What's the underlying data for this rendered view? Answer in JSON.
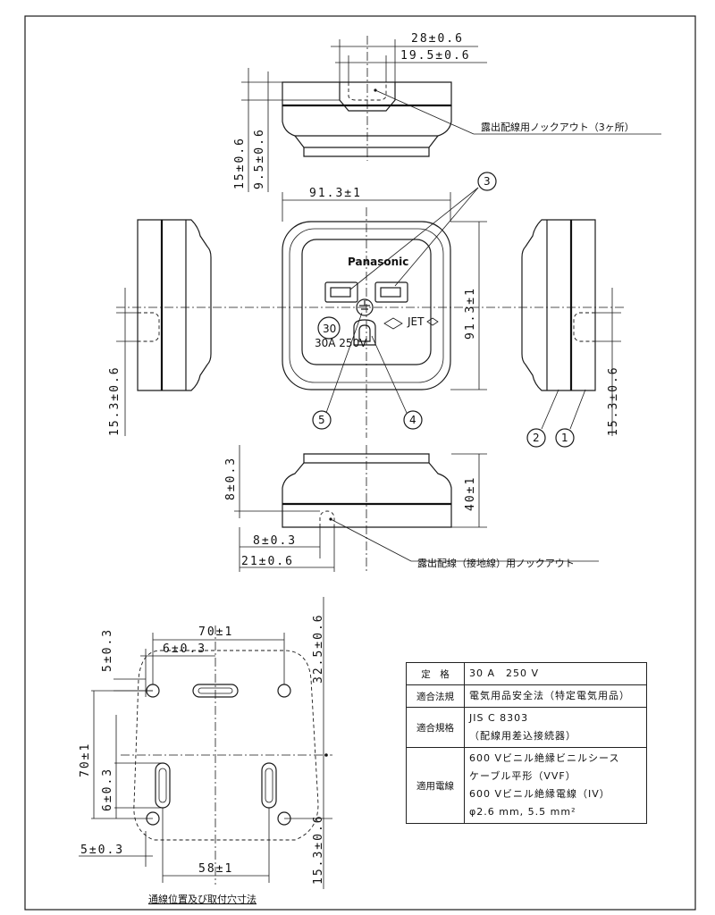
{
  "top_view": {
    "dim_width_outer": "28±0.6",
    "dim_width_inner": "19.5±0.6",
    "dim_height_outer": "15±0.6",
    "dim_height_inner": "9.5±0.6",
    "knockout_note": "露出配線用ノックアウト（3ヶ所）"
  },
  "front_view": {
    "dim_width": "91.3±1",
    "dim_height": "91.3±1",
    "brand": "Panasonic",
    "rating_circle": "30",
    "rating_text": "30A 250V",
    "mark_text": "JET"
  },
  "side_views": {
    "left_dim": "15.3±0.6",
    "right_dim": "15.3±0.6"
  },
  "callouts": [
    "3",
    "5",
    "4",
    "2",
    "1"
  ],
  "bottom_view": {
    "dim_height": "40±1",
    "dim_top_offset": "8±0.3",
    "dim_a": "8±0.3",
    "dim_b": "21±0.6",
    "knockout_note": "露出配線（接地線）用ノックアウト"
  },
  "mount_view": {
    "dim_top": "70±1",
    "dim_slot": "6±0.3",
    "dim_left_top": "5±0.3",
    "dim_left": "70±1",
    "dim_left_slot": "6±0.3",
    "dim_right_top": "32.5±0.6",
    "dim_right_bottom": "15.3±0.6",
    "dim_bottom_left": "5±0.3",
    "dim_bottom": "58±1",
    "caption": "通線位置及び取付穴寸法"
  },
  "spec_table": {
    "rows": [
      {
        "key": "定　格",
        "values": [
          "30 A　250 V"
        ]
      },
      {
        "key": "適合法規",
        "values": [
          "電気用品安全法（特定電気用品）"
        ]
      },
      {
        "key": "適合規格",
        "values": [
          "JIS C 8303",
          "（配線用差込接続器）"
        ]
      },
      {
        "key": "適用電線",
        "values": [
          "600 Vビニル絶縁ビニルシース",
          "ケーブル平形（VVF）",
          "600 Vビニル絶縁電線（IV）",
          "φ2.6 mm, 5.5 mm²"
        ]
      }
    ]
  }
}
